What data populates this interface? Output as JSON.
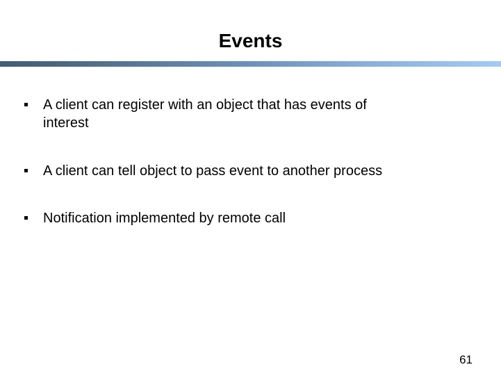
{
  "slide": {
    "title": "Events",
    "bullets": [
      "A client can register with an object that has events of\ninterest",
      "A client can tell object to pass event to another process",
      "Notification implemented by remote call"
    ],
    "page_number": "61",
    "colors": {
      "background": "#ffffff",
      "text": "#000000",
      "divider_gradient_left": "#44607b",
      "divider_gradient_mid": "#6d94bd",
      "divider_gradient_right": "#a2cbf4"
    }
  }
}
